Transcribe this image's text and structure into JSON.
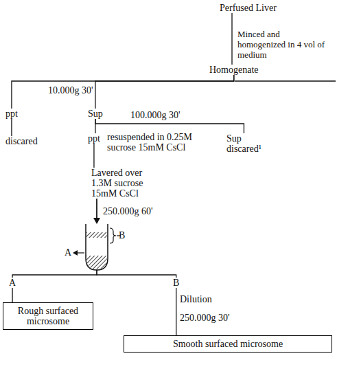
{
  "diagram": {
    "nodes": [
      {
        "text": [
          "Perfused Liver"
        ]
      },
      {
        "text": [
          "Homogenate"
        ]
      },
      {
        "text": [
          "ppt"
        ]
      },
      {
        "text": [
          "discared"
        ]
      },
      {
        "text": [
          "Sup"
        ]
      },
      {
        "text": [
          "ppt"
        ]
      },
      {
        "text": [
          "Sup discared¹"
        ]
      },
      {
        "text": [
          "Lavered over 1.3M sucrose 15mM CsCl"
        ]
      },
      {
        "text": [
          "A"
        ]
      },
      {
        "text": [
          "B"
        ]
      },
      {
        "text": [
          "Rough surfaced microsome"
        ]
      },
      {
        "text": [
          "Smooth surfaced microsome"
        ]
      }
    ],
    "edges": [
      {
        "from": 0,
        "to": 1,
        "arrow": "none"
      },
      {
        "from": 1,
        "to": 2,
        "arrow": "none"
      },
      {
        "from": 1,
        "to": 4,
        "arrow": "none"
      },
      {
        "from": 2,
        "to": 3,
        "arrow": "none"
      },
      {
        "from": 4,
        "to": 5,
        "arrow": "none"
      },
      {
        "from": 4,
        "to": 6,
        "arrow": "none"
      },
      {
        "from": 5,
        "to": 7,
        "arrow": "none"
      },
      {
        "from": 7,
        "to": 8,
        "arrow": "none"
      },
      {
        "from": 7,
        "to": 9,
        "arrow": "none"
      },
      {
        "from": 8,
        "to": 10,
        "arrow": "none"
      },
      {
        "from": 9,
        "to": 11,
        "arrow": "none"
      }
    ],
    "labels": [
      "Minced and homogenized in 4 vol of medium",
      "10.000g 30'",
      "100.000g 30'",
      "resuspended in 0.25M sucrose 15mM CsCl",
      "250.000g 60'",
      "B",
      "A",
      "Dilution",
      "250.000g 30'"
    ]
  }
}
